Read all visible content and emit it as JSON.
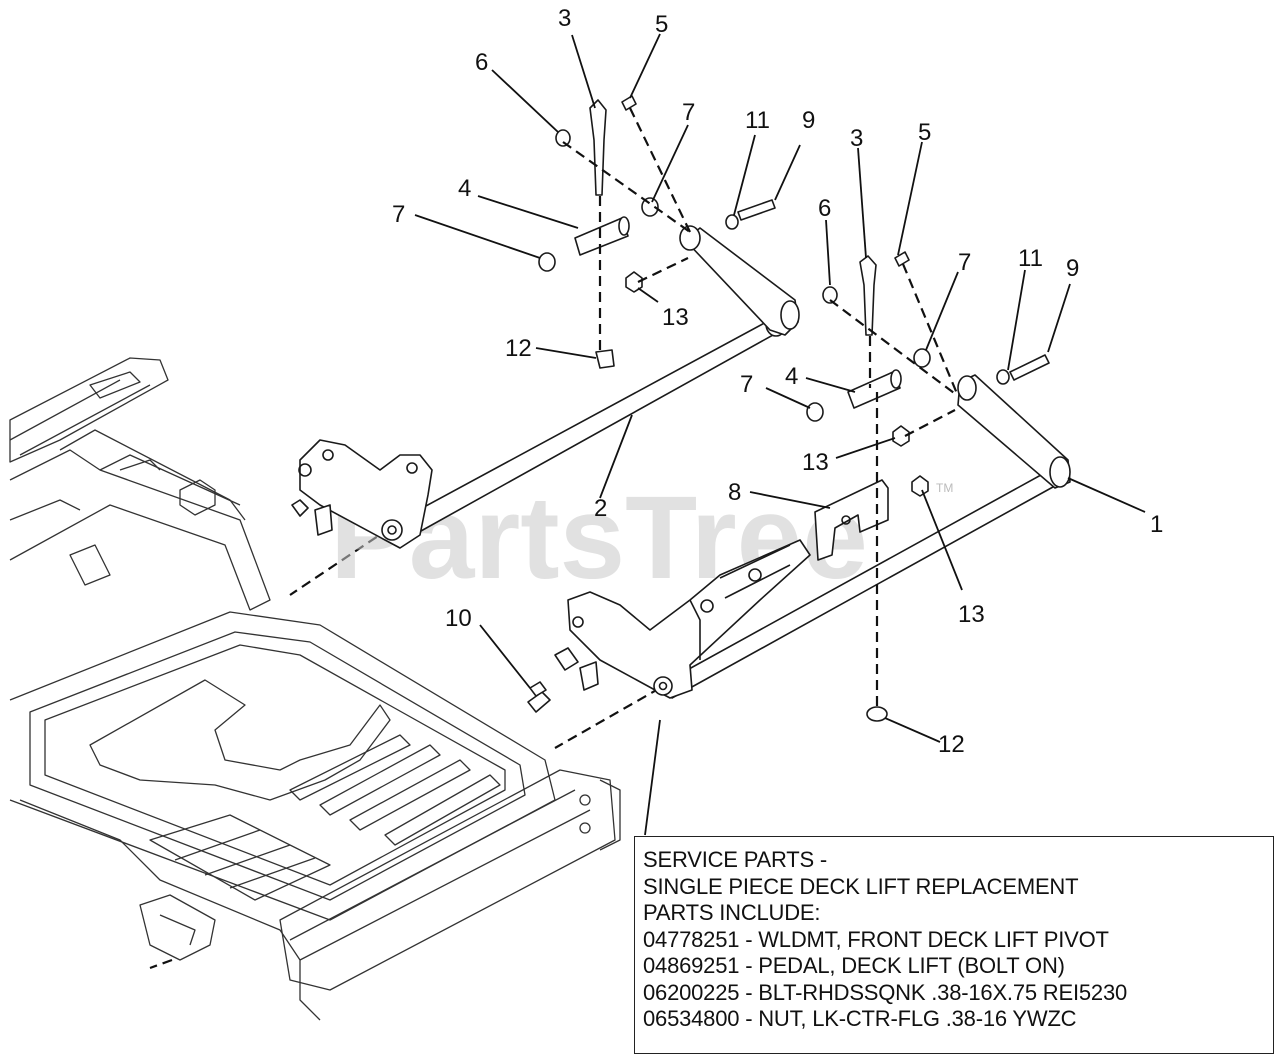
{
  "diagram": {
    "callouts": [
      {
        "id": "c-3a",
        "text": "3"
      },
      {
        "id": "c-5a",
        "text": "5"
      },
      {
        "id": "c-6a",
        "text": "6"
      },
      {
        "id": "c-7a",
        "text": "7"
      },
      {
        "id": "c-11a",
        "text": "11"
      },
      {
        "id": "c-9a",
        "text": "9"
      },
      {
        "id": "c-4a",
        "text": "4"
      },
      {
        "id": "c-7b",
        "text": "7"
      },
      {
        "id": "c-13a",
        "text": "13"
      },
      {
        "id": "c-12a",
        "text": "12"
      },
      {
        "id": "c-3b",
        "text": "3"
      },
      {
        "id": "c-5b",
        "text": "5"
      },
      {
        "id": "c-6b",
        "text": "6"
      },
      {
        "id": "c-7c",
        "text": "7"
      },
      {
        "id": "c-11b",
        "text": "11"
      },
      {
        "id": "c-9b",
        "text": "9"
      },
      {
        "id": "c-4b",
        "text": "4"
      },
      {
        "id": "c-7d",
        "text": "7"
      },
      {
        "id": "c-13b",
        "text": "13"
      },
      {
        "id": "c-2",
        "text": "2"
      },
      {
        "id": "c-8",
        "text": "8"
      },
      {
        "id": "c-1",
        "text": "1"
      },
      {
        "id": "c-13c",
        "text": "13"
      },
      {
        "id": "c-10",
        "text": "10"
      },
      {
        "id": "c-12b",
        "text": "12"
      }
    ],
    "watermark": "PartsTree",
    "trademark": "TM"
  },
  "service_parts": {
    "lines": [
      "SERVICE PARTS -",
      "SINGLE PIECE DECK LIFT REPLACEMENT",
      "PARTS INCLUDE:",
      "04778251 - WLDMT, FRONT DECK LIFT PIVOT",
      "04869251 - PEDAL, DECK LIFT (BOLT ON)",
      "06200225 - BLT-RHDSSQNK .38-16X.75 REI5230",
      "06534800 - NUT, LK-CTR-FLG .38-16 YWZC"
    ]
  }
}
